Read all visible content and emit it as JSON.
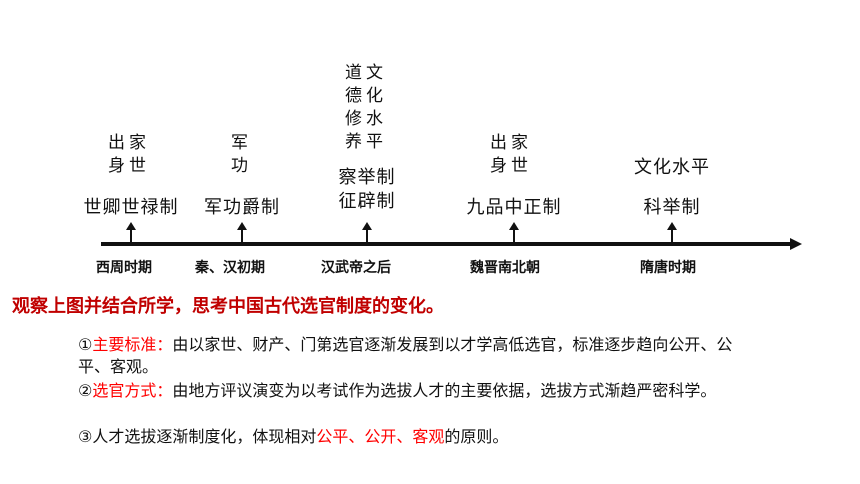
{
  "timeline": [
    {
      "period": "西周时期",
      "system": [
        "世卿世禄制"
      ],
      "criteria": {
        "type": "columns",
        "columns": [
          [
            "出",
            "身"
          ],
          [
            "家",
            "世"
          ]
        ]
      }
    },
    {
      "period": "秦、汉初期",
      "system": [
        "军功爵制"
      ],
      "criteria": {
        "type": "columns",
        "columns": [
          [
            "军",
            "功"
          ]
        ]
      }
    },
    {
      "period": "汉武帝之后",
      "system": [
        "察举制",
        "征辟制"
      ],
      "criteria": {
        "type": "columns",
        "columns": [
          [
            "道",
            "德",
            "修",
            "养"
          ],
          [
            "文",
            "化",
            "水",
            "平"
          ]
        ]
      }
    },
    {
      "period": "魏晋南北朝",
      "system": [
        "九品中正制"
      ],
      "criteria": {
        "type": "columns",
        "columns": [
          [
            "出",
            "身"
          ],
          [
            "家",
            "世"
          ]
        ]
      }
    },
    {
      "period": "隋唐时期",
      "system": [
        "科举制"
      ],
      "criteria": {
        "type": "text",
        "text": "文化水平"
      }
    }
  ],
  "prompt": "观察上图并结合所学，思考中国古代选官制度的变化。",
  "points": [
    {
      "prefix": "①",
      "label": "主要标准：",
      "text": "由以家世、财产、门第选官逐渐发展到以才学高低选官，标准逐步趋向公开、公平、客观。"
    },
    {
      "prefix": "②",
      "label": "选官方式：",
      "text": "由地方评议演变为以考试作为选拔人才的主要依据，选拔方式渐趋严密科学。"
    },
    {
      "prefix": "③",
      "text_before": "人才选拔逐渐制度化，体现相对",
      "highlight": "公平、公开、客观",
      "text_after": "的原则。"
    }
  ],
  "colors": {
    "accent": "#ff0000",
    "prompt": "#c00000",
    "line": "#111111"
  }
}
